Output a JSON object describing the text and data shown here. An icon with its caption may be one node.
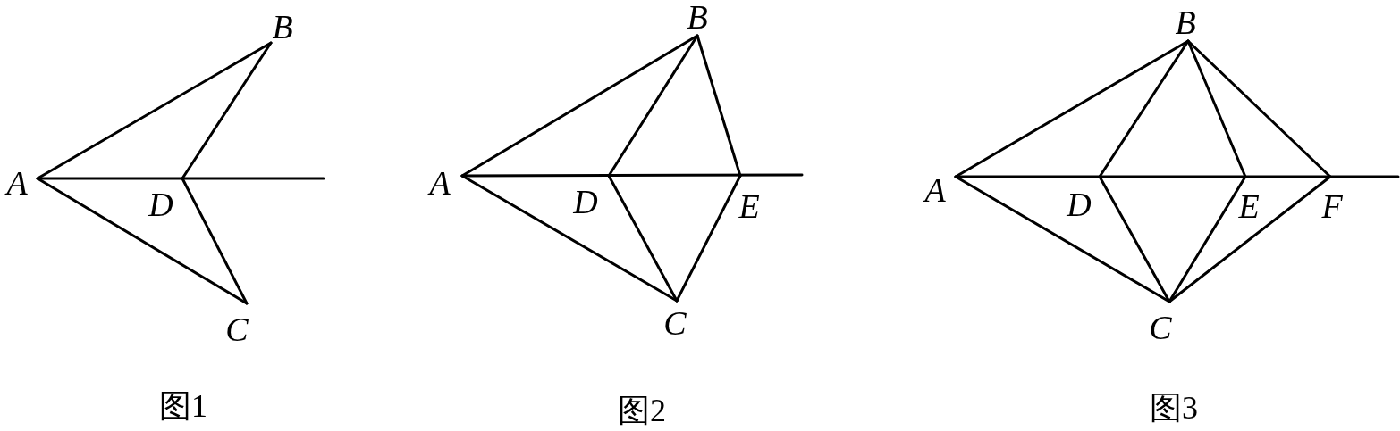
{
  "diagram": {
    "labels": [
      "B",
      "A",
      "D",
      "C",
      "图1",
      "B",
      "A",
      "D",
      "E",
      "C",
      "图2",
      "B",
      "A",
      "D",
      "E",
      "F",
      "C",
      "图3"
    ]
  }
}
